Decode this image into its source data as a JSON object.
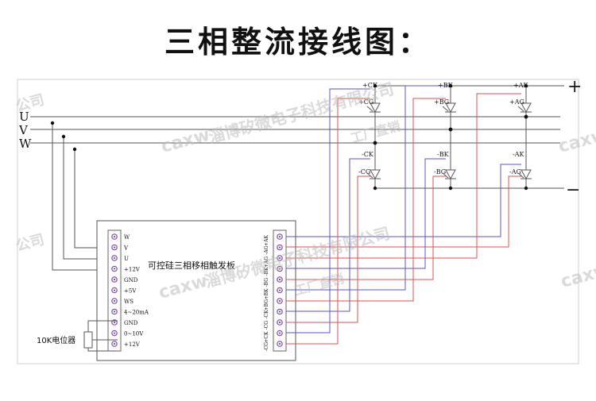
{
  "title": "三相整流接线图：",
  "phases": [
    "U",
    "V",
    "W"
  ],
  "polarity": {
    "plus": "+",
    "minus": "−"
  },
  "board": {
    "name": "可控硅三相移相触发板",
    "left_pins": [
      "W",
      "V",
      "U",
      "+12V",
      "GND",
      "+5V",
      "WS",
      "4~20mA",
      "GND",
      "0~10V",
      "+12V"
    ],
    "right_pins": [
      "+AK",
      "-AG",
      "+AG",
      "-BK",
      "-BG",
      "+BK",
      "+BG",
      "-CK",
      "-CG",
      "+CK",
      "-CG"
    ]
  },
  "potentiometer": "10K电位器",
  "thyristors": {
    "top": [
      {
        "k": "+CK",
        "g": "+CG"
      },
      {
        "k": "+BK",
        "g": "+BG"
      },
      {
        "k": "+AK",
        "g": "+AG"
      }
    ],
    "bottom": [
      {
        "k": "-CK",
        "g": "-CG"
      },
      {
        "k": "-BK",
        "g": "-BG"
      },
      {
        "k": "-AK",
        "g": "-AG"
      }
    ]
  },
  "watermark": {
    "brand": "caxw",
    "company": "淄博矽微电子科技有限公司",
    "tagline": "工厂直销",
    "fragment": "公司"
  },
  "colors": {
    "red_wire": "#e0524f",
    "blue_wire": "#5a55c8",
    "line": "#555555",
    "pin": "#7a4aa8"
  }
}
